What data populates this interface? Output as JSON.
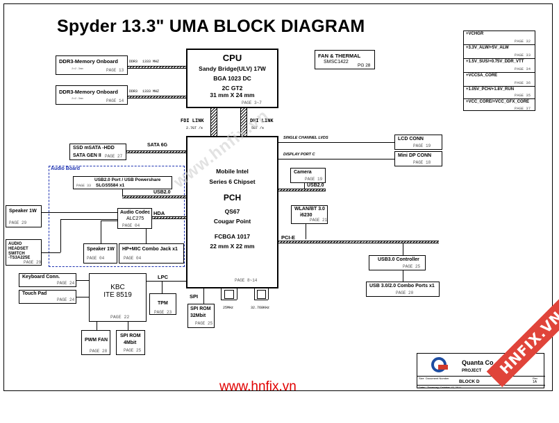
{
  "title": "Spyder 13.3\" UMA BLOCK DIAGRAM",
  "watermark": "www.hnfix.vn",
  "corner_badge": "HNFIX.VN",
  "cpu": {
    "heading": "CPU",
    "line1": "Sandy Bridge(ULV) 17W",
    "line2": "BGA 1023 DC",
    "line3": "2C GT2",
    "line4": "31 mm X 24 mm",
    "page": "PAGE 3~7"
  },
  "memory": [
    {
      "name": "DDR3-Memory Onboard",
      "bus": "DDR3",
      "speed": "1333 MHZ",
      "note": "2x2.3mm",
      "page": "PAGE 13"
    },
    {
      "name": "DDR3-Memory Onboard",
      "bus": "DDR3",
      "speed": "1333 MHZ",
      "note": "2x2.3mm",
      "page": "PAGE 14"
    }
  ],
  "fan": {
    "line1": "FAN & THERMAL",
    "line2": "SMSC1422",
    "page": "PG 28"
  },
  "power_rails": [
    {
      "name": "+VCHGR",
      "page": "PAGE 32"
    },
    {
      "name": "+3.3V_ALW/+5V_ALW",
      "page": "PAGE 33"
    },
    {
      "name": "+1.5V_SUS/+0.75V_DDR_VTT",
      "page": "PAGE 34"
    },
    {
      "name": "+VCCSA_CORE",
      "page": "PAGE 36"
    },
    {
      "name": "+1.05V_PCH/+1.8V_RUN",
      "page": "PAGE 35"
    },
    {
      "name": "+VCC_CORE/+VCC_GFX_CORE",
      "page": "PAGE 37"
    }
  ],
  "links": {
    "fdi": "FDI LINK",
    "fdi_speed": "2.7GT /s",
    "dmi": "DMI LINK",
    "dmi_speed": "5GT /s",
    "sata": "SATA 6G",
    "usb_left": "USB2.0",
    "usb_right": "USB2.0",
    "hda": "HDA",
    "pcie": "PCI-E",
    "lpc": "LPC",
    "spi": "SPI",
    "lvds": "SINGLE CHANNEL LVDS",
    "dp": "DISPLAY PORT C",
    "clk1": "25MHz",
    "clk2": "32.768KHz"
  },
  "pch": {
    "line1": "Mobile Intel",
    "line2": "Series 6 Chipset",
    "heading": "PCH",
    "line3": "QS67",
    "line4": "Cougar Point",
    "line5": "FCBGA 1017",
    "line6": "22 mm X 22 mm",
    "page": "PAGE 8~14"
  },
  "ssd": {
    "line1": "SSD mSATA -HDD",
    "line2": "SATA GEN II",
    "page": "PAGE 27"
  },
  "audio_board": {
    "label": "Audio Board",
    "usb_port": "USB2.0 Port / USB Powershare",
    "usb_chip": "SLGS5584 x1",
    "usb_page": "PAGE 33"
  },
  "codec": {
    "line1": "Audio Codec",
    "line2": "ALC275",
    "page": "PAGE 04"
  },
  "speaker_left": {
    "name": "Speaker 1W",
    "page": "PAGE 29"
  },
  "headset": {
    "line1": "AUDIO",
    "line2": "HEADSET",
    "line3": "SWITCH",
    "line4": "-TS3A225E",
    "page": "PAGE 29"
  },
  "speaker_mid": {
    "name": "Speaker 1W",
    "page": "PAGE 04"
  },
  "combo_jack": {
    "name": "HP+MIC Combo Jack x1",
    "page": "PAGE 04"
  },
  "lcd": {
    "name": "LCD CONN",
    "page": "PAGE 19"
  },
  "mini_dp": {
    "name": "Mini DP CONN",
    "page": "PAGE 18"
  },
  "camera": {
    "name": "Camera",
    "page": "PAGE 19"
  },
  "wlan": {
    "line1": "WLAN/BT 3.0",
    "line2": "i6230",
    "page": "PAGE 21"
  },
  "usb3_ctrl": {
    "name": "USB3.0 Controller",
    "page": "PAGE 25"
  },
  "usb3_ports": {
    "name": "USB 3.0/2.0 Combo Ports x1",
    "page": "PAGE 20"
  },
  "keyboard": {
    "name": "Keyboard Conn.",
    "page": "PAGE 24"
  },
  "touchpad": {
    "name": "Touch Pad",
    "page": "PAGE 24"
  },
  "kbc": {
    "line1": "KBC",
    "line2": "ITE 8519",
    "page": "PAGE 22"
  },
  "tpm": {
    "name": "TPM",
    "page": "PAGE 23"
  },
  "spi_rom_pch": {
    "line1": "SPI ROM",
    "line2": "32Mbit",
    "page": "PAGE 25"
  },
  "pwm_fan": {
    "name": "PWM FAN",
    "page": "PAGE 28"
  },
  "spi_rom_kbc": {
    "line1": "SPI ROM",
    "line2": "4Mbit",
    "page": "PAGE 25"
  },
  "title_block": {
    "company": "Quanta Co",
    "company_tail": "c.",
    "project": "PROJECT",
    "block": "BLOCK D",
    "size_label": "Size",
    "doc_label": "Document Number",
    "date_label": "Date:",
    "date": "Thursday, October 13, 2011",
    "rev_label": "Rev",
    "rev": "1A"
  }
}
